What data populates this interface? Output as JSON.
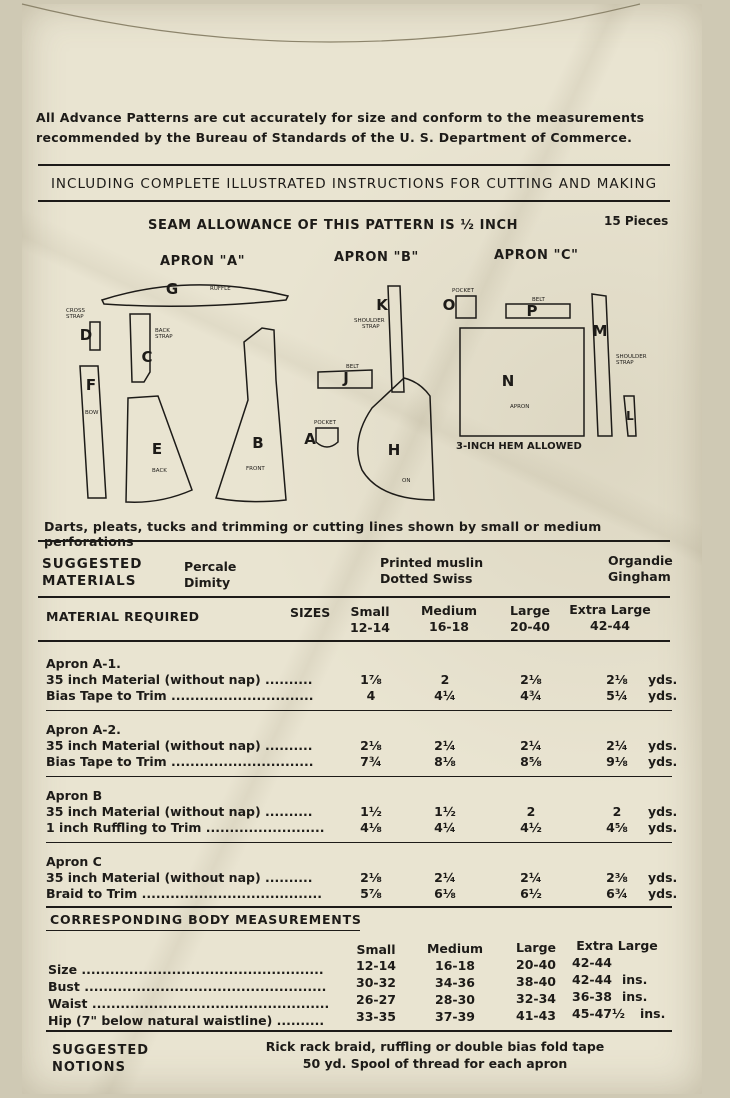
{
  "intro": {
    "line1": "All Advance Patterns are cut accurately for size and conform to the measurements",
    "line2": "recommended by the Bureau of Standards of the U. S. Department of Commerce."
  },
  "including": "INCLUDING COMPLETE ILLUSTRATED INSTRUCTIONS FOR CUTTING AND MAKING",
  "seam": "SEAM ALLOWANCE OF THIS PATTERN IS ½ INCH",
  "pieces": "15 Pieces",
  "aprons": {
    "a": "APRON \"A\"",
    "b": "APRON \"B\"",
    "c": "APRON \"C\""
  },
  "diagram": {
    "g": "G",
    "ruffle": "RUFFLE",
    "d": "D",
    "cross_strap": "CROSS",
    "cross_strap2": "STRAP",
    "c": "C",
    "back_strap": "BACK",
    "back_strap2": "STRAP",
    "f": "F",
    "bow": "BOW",
    "e": "E",
    "back": "BACK",
    "b": "B",
    "front": "FRONT",
    "k": "K",
    "shoulder": "SHOULDER",
    "strap": "STRAP",
    "j": "J",
    "belt": "BELT",
    "a": "A",
    "pocket": "POCKET",
    "h": "H",
    "on": "ON",
    "o": "O",
    "pocket_c": "POCKET",
    "p": "P",
    "belt_c": "BELT",
    "n": "N",
    "apron_word": "APRON",
    "hem": "3-INCH HEM ALLOWED",
    "m": "M",
    "shoulder_c": "SHOULDER",
    "strap_c": "STRAP",
    "l": "L"
  },
  "note": "Darts, pleats, tucks and trimming or cutting lines shown by small or medium perforations",
  "materials": {
    "title1": "SUGGESTED",
    "title2": "MATERIALS",
    "col1a": "Percale",
    "col1b": "Dimity",
    "col2a": "Printed muslin",
    "col2b": "Dotted Swiss",
    "col3a": "Organdie",
    "col3b": "Gingham"
  },
  "required": {
    "title": "MATERIAL REQUIRED",
    "sizes_label": "SIZES",
    "sizes": [
      {
        "name": "Small",
        "range": "12-14"
      },
      {
        "name": "Medium",
        "range": "16-18"
      },
      {
        "name": "Large",
        "range": "20-40"
      },
      {
        "name": "Extra Large",
        "range": "42-44"
      }
    ],
    "groups": [
      {
        "title": "Apron A-1.",
        "rows": [
          {
            "label": "35 inch Material (without nap) ..........",
            "values": [
              "1⅞",
              "2",
              "2⅛",
              "2⅛"
            ],
            "unit": "yds."
          },
          {
            "label": "Bias Tape to Trim ..............................",
            "values": [
              "4",
              "4¼",
              "4¾",
              "5¼"
            ],
            "unit": "yds."
          }
        ]
      },
      {
        "title": "Apron A-2.",
        "rows": [
          {
            "label": "35 inch Material (without nap) ..........",
            "values": [
              "2⅛",
              "2¼",
              "2¼",
              "2¼"
            ],
            "unit": "yds."
          },
          {
            "label": "Bias Tape to Trim ..............................",
            "values": [
              "7¾",
              "8⅛",
              "8⅝",
              "9⅛"
            ],
            "unit": "yds."
          }
        ]
      },
      {
        "title": "Apron B",
        "rows": [
          {
            "label": "35 inch Material (without nap) ..........",
            "values": [
              "1½",
              "1½",
              "2",
              "2"
            ],
            "unit": "yds."
          },
          {
            "label": "1 inch Ruffling to Trim .........................",
            "values": [
              "4⅛",
              "4¼",
              "4½",
              "4⅝"
            ],
            "unit": "yds."
          }
        ]
      },
      {
        "title": "Apron C",
        "rows": [
          {
            "label": "35 inch Material (without nap) ..........",
            "values": [
              "2⅛",
              "2¼",
              "2¼",
              "2⅜"
            ],
            "unit": "yds."
          },
          {
            "label": "Braid to Trim ......................................",
            "values": [
              "5⅞",
              "6⅛",
              "6½",
              "6¾"
            ],
            "unit": "yds."
          }
        ]
      }
    ]
  },
  "body": {
    "title": "CORRESPONDING BODY MEASUREMENTS",
    "headers": [
      "Small",
      "Medium",
      "Large",
      "Extra Large"
    ],
    "rows": [
      {
        "label": "Size ...................................................",
        "values": [
          "12-14",
          "16-18",
          "20-40",
          "42-44"
        ],
        "unit": ""
      },
      {
        "label": "Bust ...................................................",
        "values": [
          "30-32",
          "34-36",
          "38-40",
          "42-44"
        ],
        "unit": "ins."
      },
      {
        "label": "Waist ..................................................",
        "values": [
          "26-27",
          "28-30",
          "32-34",
          "36-38"
        ],
        "unit": "ins."
      },
      {
        "label": "Hip (7\" below natural waistline) ..........",
        "values": [
          "33-35",
          "37-39",
          "41-43",
          "45-47½"
        ],
        "unit": "ins."
      }
    ]
  },
  "notions": {
    "title1": "SUGGESTED",
    "title2": "NOTIONS",
    "line1": "Rick rack braid, ruffling or double bias fold tape",
    "line2": "50 yd. Spool of thread for each apron"
  }
}
